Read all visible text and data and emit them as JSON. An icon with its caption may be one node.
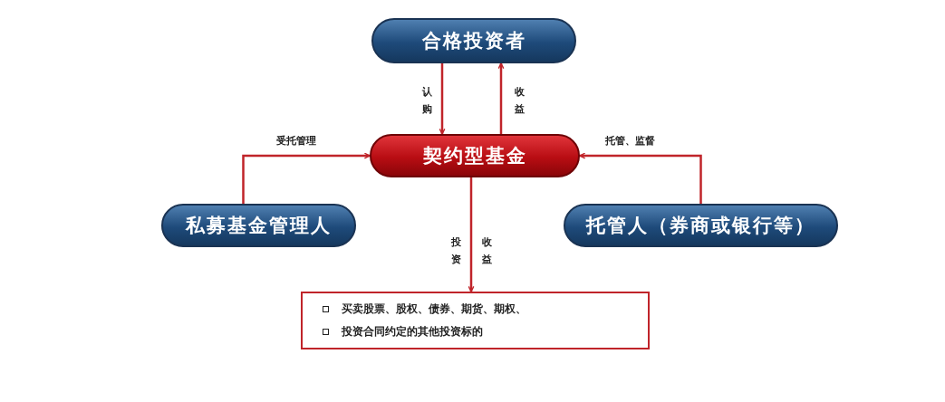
{
  "diagram": {
    "nodes": [
      {
        "text": [
          "合格投资者"
        ]
      },
      {
        "text": [
          "契约型基金"
        ]
      },
      {
        "text": [
          "私募基金管理人"
        ]
      },
      {
        "text": [
          "托管人（券商或银行等）"
        ]
      },
      {
        "text": [
          "买卖股票、股权、债券、期货、期权、",
          "投资合同约定的其他投资标的"
        ]
      }
    ],
    "edges": [
      {
        "from": 0,
        "to": 1,
        "arrow": "to",
        "label": "认购"
      },
      {
        "from": 1,
        "to": 0,
        "arrow": "to",
        "label": "收益"
      },
      {
        "from": 2,
        "to": 1,
        "arrow": "to",
        "label": "受托管理"
      },
      {
        "from": 3,
        "to": 1,
        "arrow": "to",
        "label": "托管、监督"
      },
      {
        "from": 1,
        "to": 4,
        "arrow": "to",
        "label": "投资"
      }
    ],
    "labels": [
      "收益"
    ]
  }
}
